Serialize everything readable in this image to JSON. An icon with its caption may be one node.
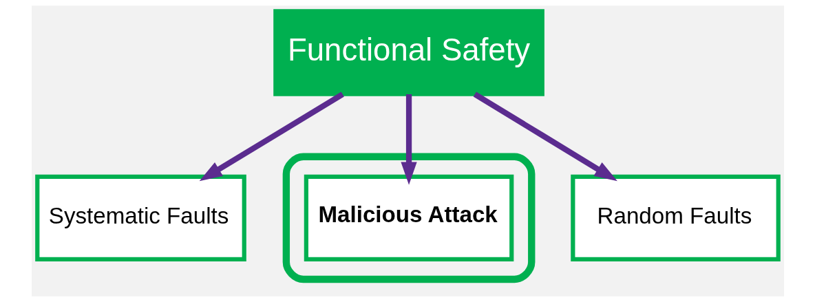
{
  "diagram": {
    "nodes": [
      {
        "text": [
          "Functional Safety"
        ]
      },
      {
        "text": [
          "Systematic Faults"
        ]
      },
      {
        "text": [],
        "shape": "box"
      },
      {
        "text": [
          "Malicious Attack"
        ],
        "in": 2
      },
      {
        "text": [
          "Random Faults"
        ]
      }
    ],
    "edges": [
      {
        "from": 0,
        "to": 1,
        "arrow": "to",
        "color": "#5b2c8f"
      },
      {
        "from": 0,
        "to": 3,
        "arrow": "to",
        "color": "#5b2c8f"
      },
      {
        "from": 0,
        "to": 4,
        "arrow": "to",
        "color": "#5b2c8f"
      }
    ]
  }
}
